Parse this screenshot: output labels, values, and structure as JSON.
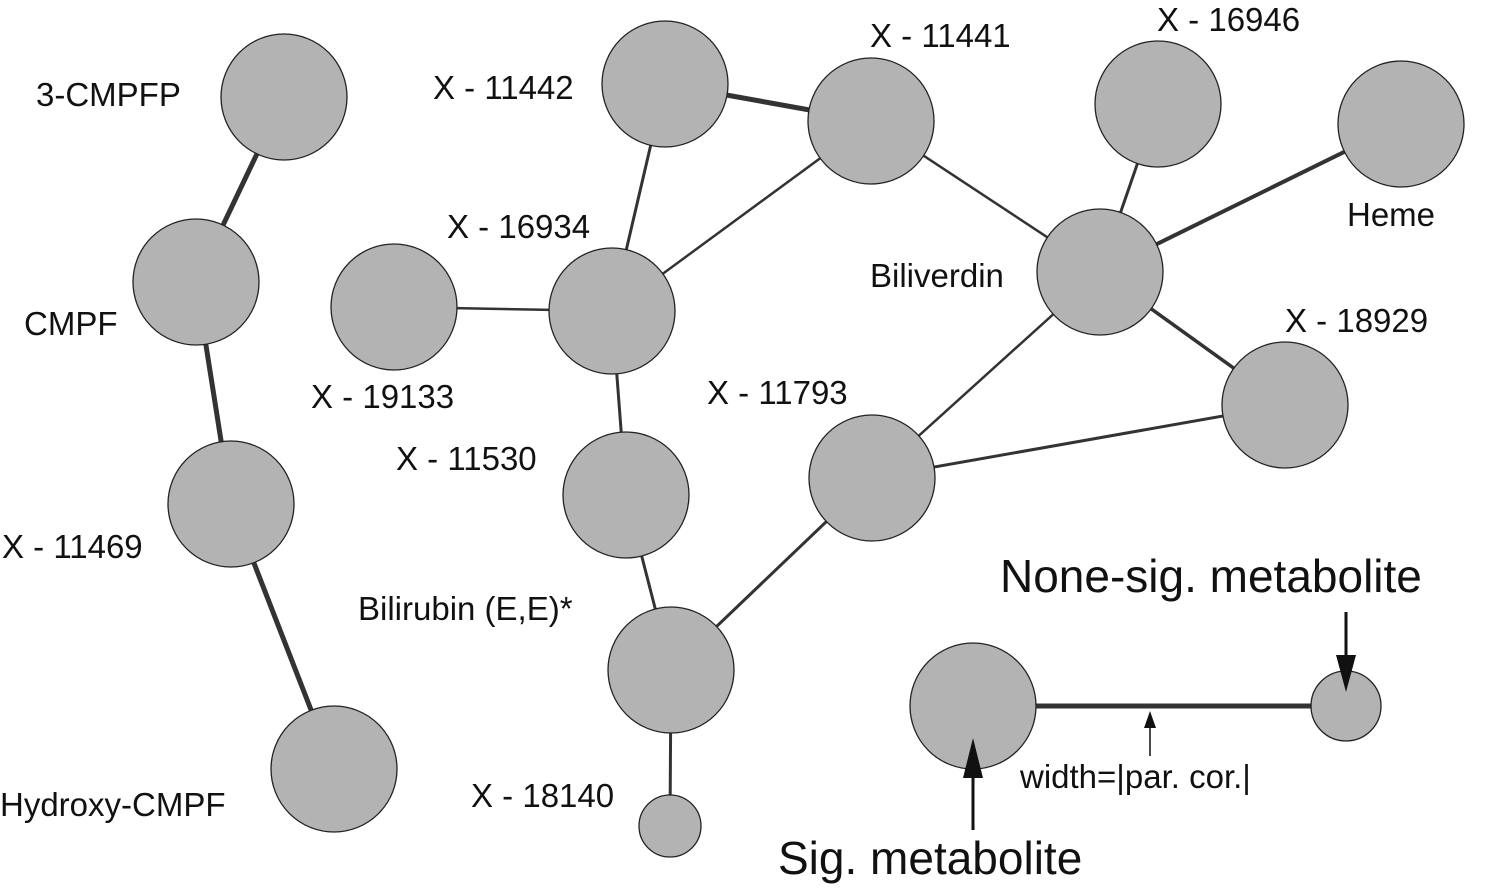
{
  "network": {
    "nodes": [
      {
        "id": "3-CMPFP",
        "label": "3-CMPFP"
      },
      {
        "id": "CMPF",
        "label": "CMPF"
      },
      {
        "id": "X-11469",
        "label": "X - 11469"
      },
      {
        "id": "Hydroxy-CMPF",
        "label": "Hydroxy-CMPF"
      },
      {
        "id": "X-11442",
        "label": "X - 11442"
      },
      {
        "id": "X-11441",
        "label": "X - 11441"
      },
      {
        "id": "X-16934",
        "label": "X - 16934"
      },
      {
        "id": "X-19133",
        "label": "X - 19133"
      },
      {
        "id": "X-11530",
        "label": "X - 11530"
      },
      {
        "id": "Bilirubin",
        "label": "Bilirubin (E,E)*"
      },
      {
        "id": "X-18140",
        "label": "X - 18140"
      },
      {
        "id": "X-11793",
        "label": "X - 11793"
      },
      {
        "id": "X-16946",
        "label": "X - 16946"
      },
      {
        "id": "Heme",
        "label": "Heme"
      },
      {
        "id": "Biliverdin",
        "label": "Biliverdin"
      },
      {
        "id": "X-18929",
        "label": "X - 18929"
      }
    ],
    "edges": [
      {
        "from": "3-CMPFP",
        "to": "CMPF"
      },
      {
        "from": "CMPF",
        "to": "X-11469"
      },
      {
        "from": "X-11469",
        "to": "Hydroxy-CMPF"
      },
      {
        "from": "X-11442",
        "to": "X-11441"
      },
      {
        "from": "X-11442",
        "to": "X-16934"
      },
      {
        "from": "X-11441",
        "to": "X-16934"
      },
      {
        "from": "X-11441",
        "to": "Biliverdin"
      },
      {
        "from": "X-19133",
        "to": "X-16934"
      },
      {
        "from": "X-16934",
        "to": "X-11530"
      },
      {
        "from": "X-11530",
        "to": "Bilirubin"
      },
      {
        "from": "Bilirubin",
        "to": "X-18140"
      },
      {
        "from": "Bilirubin",
        "to": "X-11793"
      },
      {
        "from": "X-11793",
        "to": "Biliverdin"
      },
      {
        "from": "X-11793",
        "to": "X-18929"
      },
      {
        "from": "Biliverdin",
        "to": "X-16946"
      },
      {
        "from": "Biliverdin",
        "to": "Heme"
      },
      {
        "from": "Biliverdin",
        "to": "X-18929"
      }
    ]
  },
  "legend": {
    "sig_label": "Sig. metabolite",
    "nonsig_label": "None-sig. metabolite",
    "width_label": "width=|par. cor.|"
  }
}
